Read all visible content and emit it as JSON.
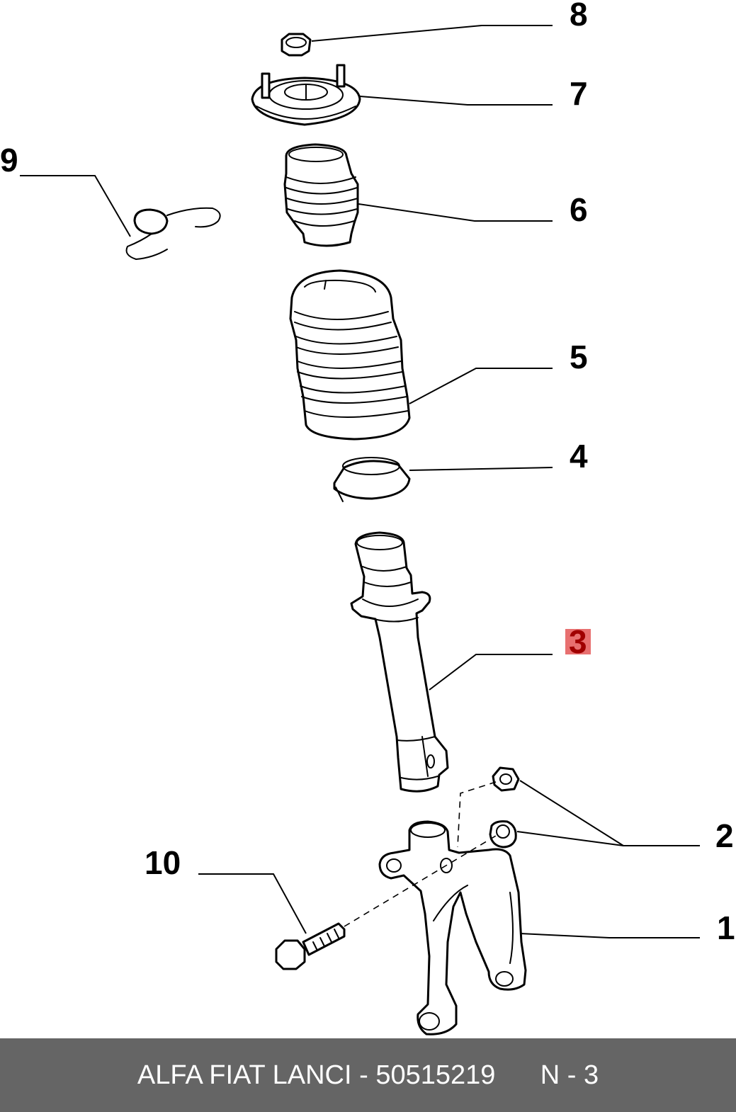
{
  "callouts": {
    "c1": "1",
    "c2": "2",
    "c3": "3",
    "c4": "4",
    "c5": "5",
    "c6": "6",
    "c7": "7",
    "c8": "8",
    "c9": "9",
    "c10": "10"
  },
  "highlight_color": "#e87070",
  "footer": {
    "brand": "ALFA FIAT LANCI",
    "separator": " - ",
    "part_number": "50515219",
    "code": "N - 3"
  },
  "colors": {
    "footer_bg": "#656565",
    "footer_text": "#ffffff"
  }
}
